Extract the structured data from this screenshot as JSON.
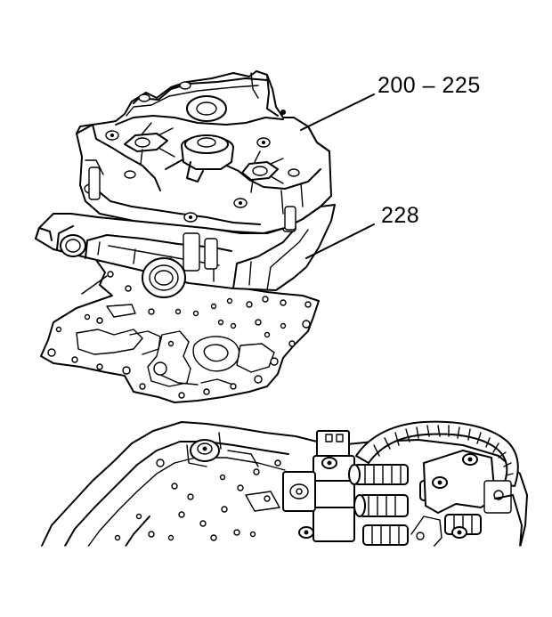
{
  "callouts": [
    {
      "label": "200 – 225",
      "part": "valve-body-assembly"
    },
    {
      "label": "228",
      "part": "spacer-plate-gasket"
    }
  ],
  "colors": {
    "ink": "#000000",
    "paper": "#ffffff"
  }
}
